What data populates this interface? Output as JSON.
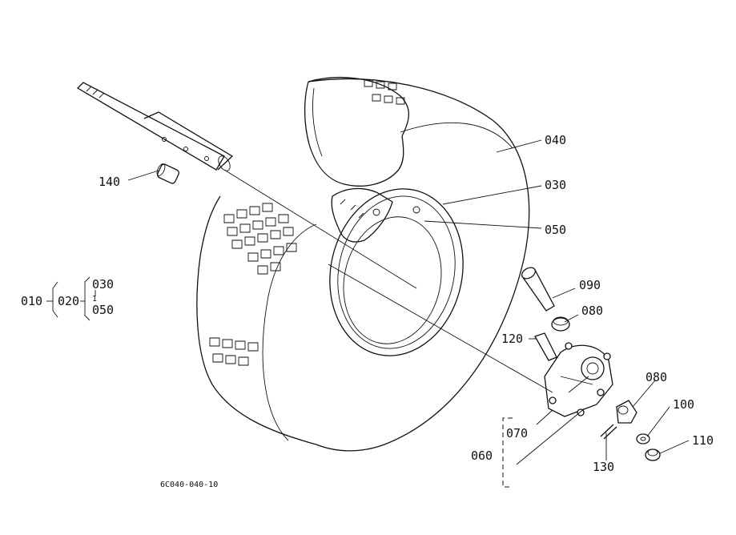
{
  "callouts": {
    "c010": "010",
    "c020": "020",
    "c030": "030",
    "c040": "040",
    "c050": "050",
    "c060": "060",
    "c070": "070",
    "c080": "080",
    "c090": "090",
    "c100": "100",
    "c110": "110",
    "c120": "120",
    "c130": "130",
    "c140": "140"
  },
  "assembly_group": {
    "sub": "1"
  },
  "drawing_code": "6C040-040-10"
}
